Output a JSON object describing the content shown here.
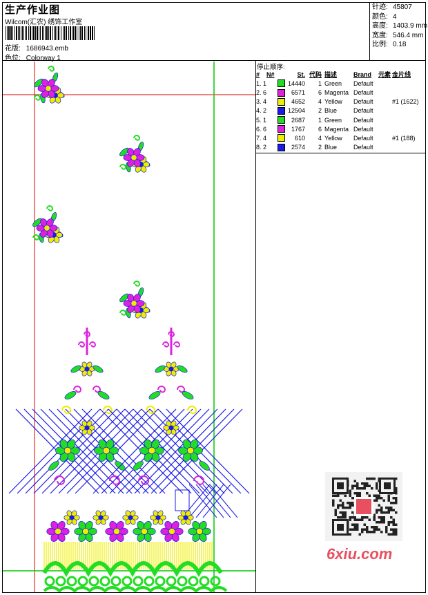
{
  "header": {
    "title": "生产作业图",
    "company": "Wilcom(汇农) 绣饰工作室",
    "design_label": "花版:",
    "design_value": "1686943.emb",
    "colorway_label": "色位:",
    "colorway_value": "Colorway 1"
  },
  "stats": [
    {
      "label": "针迹:",
      "value": "45807"
    },
    {
      "label": "颜色:",
      "value": "4"
    },
    {
      "label": "高度:",
      "value": "1403.9 mm"
    },
    {
      "label": "宽度:",
      "value": "546.4 mm"
    },
    {
      "label": "比例:",
      "value": "0.18"
    }
  ],
  "sequence": {
    "title": "停止顺序:",
    "headers": [
      "#",
      "N#",
      "St.",
      "代码",
      "描述",
      "Brand",
      "元素",
      "金片线"
    ],
    "rows": [
      {
        "num": "1. 1",
        "color": "#22dd22",
        "st": "14440",
        "code": "1",
        "desc": "Green",
        "brand": "Default",
        "elem": "",
        "seq": ""
      },
      {
        "num": "2. 6",
        "color": "#dd22dd",
        "st": "6571",
        "code": "6",
        "desc": "Magenta",
        "brand": "Default",
        "elem": "",
        "seq": ""
      },
      {
        "num": "3. 4",
        "color": "#eeee00",
        "st": "4652",
        "code": "4",
        "desc": "Yellow",
        "brand": "Default",
        "elem": "",
        "seq": "#1 (1622)"
      },
      {
        "num": "4. 2",
        "color": "#1a1ae6",
        "st": "12504",
        "code": "2",
        "desc": "Blue",
        "brand": "Default",
        "elem": "",
        "seq": ""
      },
      {
        "num": "5. 1",
        "color": "#22dd22",
        "st": "2687",
        "code": "1",
        "desc": "Green",
        "brand": "Default",
        "elem": "",
        "seq": ""
      },
      {
        "num": "6. 6",
        "color": "#dd22dd",
        "st": "1767",
        "code": "6",
        "desc": "Magenta",
        "brand": "Default",
        "elem": "",
        "seq": ""
      },
      {
        "num": "7. 4",
        "color": "#eeee00",
        "st": "610",
        "code": "4",
        "desc": "Yellow",
        "brand": "Default",
        "elem": "",
        "seq": "#1 (188)"
      },
      {
        "num": "8. 2",
        "color": "#1a1ae6",
        "st": "2574",
        "code": "2",
        "desc": "Blue",
        "brand": "Default",
        "elem": "",
        "seq": ""
      }
    ]
  },
  "watermark": "6xiu.com",
  "colors": {
    "green": "#22dd22",
    "magenta": "#dd22dd",
    "yellow": "#eeee00",
    "blue": "#1a1ae6",
    "guide_red": "#dd0000",
    "guide_green": "#00cc00"
  }
}
